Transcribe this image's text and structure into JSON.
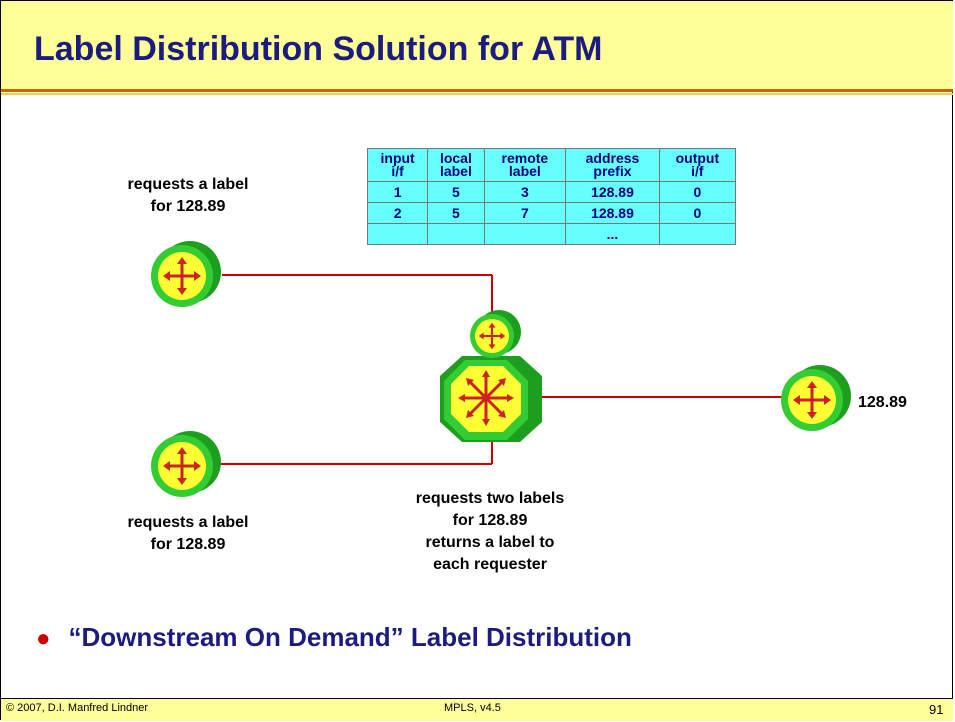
{
  "slide": {
    "title": "Label Distribution Solution for ATM",
    "bullet": "“Downstream On Demand” Label Distribution",
    "footer_left": "© 2007, D.I. Manfred Lindner",
    "footer_center": "MPLS, v4.5",
    "page_number": "91"
  },
  "labels": {
    "top_left_line1": "requests a label",
    "top_left_line2": "for 128.89",
    "bottom_left_line1": "requests a label",
    "bottom_left_line2": "for 128.89",
    "center_line1": "requests two labels",
    "center_line2": "for 128.89",
    "center_line3": "returns a  label to",
    "center_line4": "each requester",
    "right_prefix": "128.89"
  },
  "table": {
    "headers": [
      [
        "input",
        "i/f"
      ],
      [
        "local",
        "label"
      ],
      [
        "remote",
        "label"
      ],
      [
        "address",
        "prefix"
      ],
      [
        "output",
        "i/f"
      ]
    ],
    "rows": [
      [
        "1",
        "5",
        "3",
        "128.89",
        "0"
      ],
      [
        "2",
        "5",
        "7",
        "128.89",
        "0"
      ],
      [
        "",
        "",
        "",
        "...",
        ""
      ]
    ]
  },
  "colors": {
    "title_text": "#1c1c80",
    "title_bar": "#ffff99",
    "router_body": "#ffff33",
    "router_ring": "#33cc33",
    "arrow": "#cc2222",
    "link": "#cc0000",
    "table_bg": "#66ffff"
  },
  "icons": [
    "router-icon",
    "atm-switch-icon"
  ]
}
